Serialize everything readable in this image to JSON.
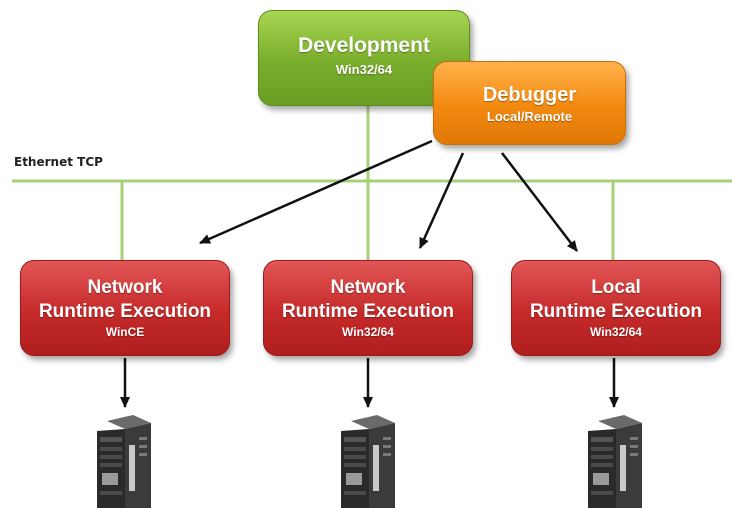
{
  "network": {
    "label": "Ethernet TCP"
  },
  "development": {
    "title": "Development",
    "subtitle": "Win32/64"
  },
  "debugger": {
    "title": "Debugger",
    "subtitle": "Local/Remote"
  },
  "runtimes": [
    {
      "line1": "Network",
      "line2": "Runtime Execution",
      "platform": "WinCE"
    },
    {
      "line1": "Network",
      "line2": "Runtime Execution",
      "platform": "Win32/64"
    },
    {
      "line1": "Local",
      "line2": "Runtime Execution",
      "platform": "Win32/64"
    }
  ],
  "devices": [
    {
      "icon": "plc-controller-icon"
    },
    {
      "icon": "plc-controller-icon"
    },
    {
      "icon": "plc-controller-icon"
    }
  ],
  "colors": {
    "network_line": "#a8cf7a",
    "development": "#7cb22f",
    "debugger": "#f28a10",
    "runtime": "#c52a2a",
    "arrow": "#111111"
  }
}
